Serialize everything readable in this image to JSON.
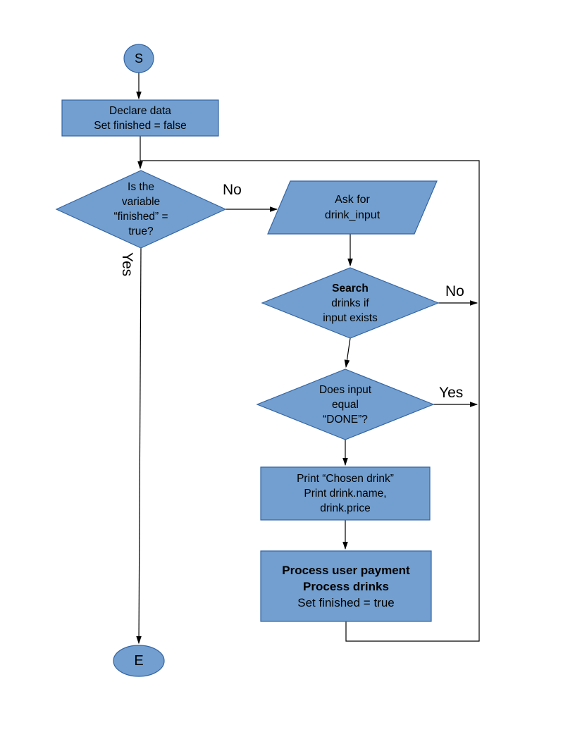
{
  "colors": {
    "shape-fill": "#729fcf",
    "shape-stroke": "#3465a4",
    "line-color": "#000000",
    "text-color": "#000000",
    "bg": "#ffffff"
  },
  "nodes": {
    "start": {
      "label": "S"
    },
    "declare": {
      "lines": [
        "Declare data",
        "Set finished = false"
      ]
    },
    "finished_check": {
      "lines": [
        "Is the",
        "variable",
        "“finished” =",
        "true?"
      ]
    },
    "ask_input": {
      "lines": [
        "Ask for",
        "drink_input"
      ]
    },
    "search_check": {
      "lines": [
        "Search",
        "drinks if",
        "input exists"
      ]
    },
    "done_check": {
      "lines": [
        "Does input",
        "equal",
        "“DONE”?"
      ]
    },
    "print_drink": {
      "lines": [
        "Print “Chosen drink”",
        "Print drink.name,",
        "drink.price"
      ]
    },
    "process_payment": {
      "lines": [
        "Process user payment",
        "Process drinks",
        "Set finished = true"
      ]
    },
    "end": {
      "label": "E"
    }
  },
  "edge_labels": {
    "finished_no": "No",
    "finished_yes": "Yes",
    "search_no": "No",
    "done_yes": "Yes"
  }
}
